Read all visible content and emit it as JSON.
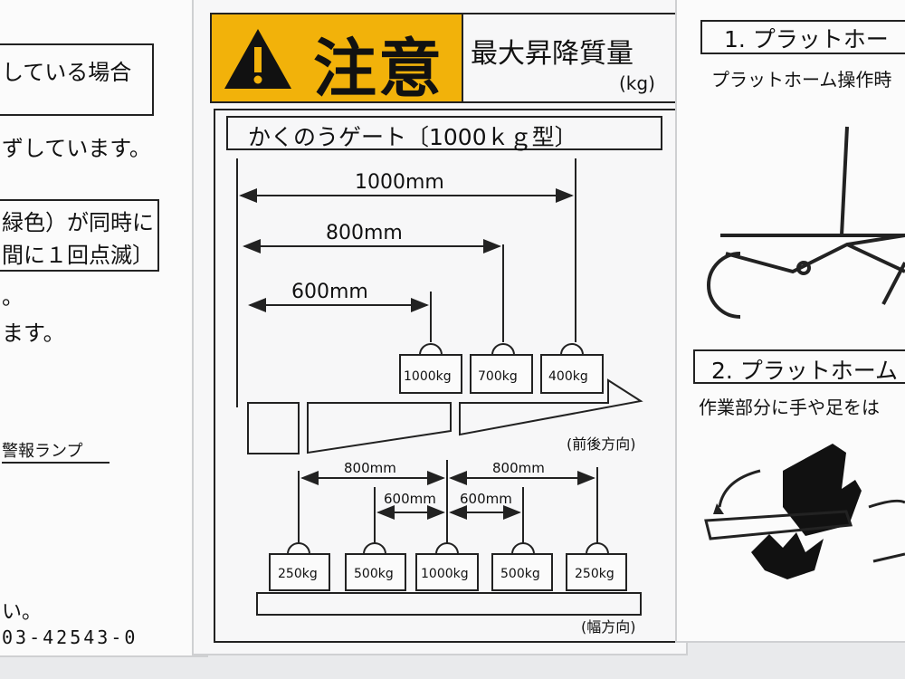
{
  "left_panel": {
    "line1": "している場合",
    "line2": "ずしています。",
    "line3": "緑色）が同時に",
    "line4": "間に１回点滅〕",
    "line5": "。",
    "line6": "ます。",
    "line7": "警報ランプ",
    "line8": "い。",
    "part_number": "03-42543-0"
  },
  "warning_label": {
    "caution_word": "注意",
    "title": "最大昇降質量",
    "unit": "(kg)",
    "subtitle": "かくのうゲート〔1000ｋｇ型〕",
    "front_back": {
      "dims": [
        "1000mm",
        "800mm",
        "600mm"
      ],
      "weights": [
        "1000kg",
        "700kg",
        "400kg"
      ],
      "direction": "(前後方向)"
    },
    "width": {
      "dims_outer": [
        "800mm",
        "800mm"
      ],
      "dims_inner": [
        "600mm",
        "600mm"
      ],
      "weights": [
        "250kg",
        "500kg",
        "1000kg",
        "500kg",
        "250kg"
      ],
      "direction": "(幅方向)"
    }
  },
  "right_panel": {
    "step1_title": "1. プラットホー",
    "step1_text": "プラットホーム操作時",
    "step2_title": "2. プラットホーム",
    "step2_text": "作業部分に手や足をは"
  },
  "colors": {
    "caution_yellow": "#f2b20a",
    "line": "#222222"
  }
}
